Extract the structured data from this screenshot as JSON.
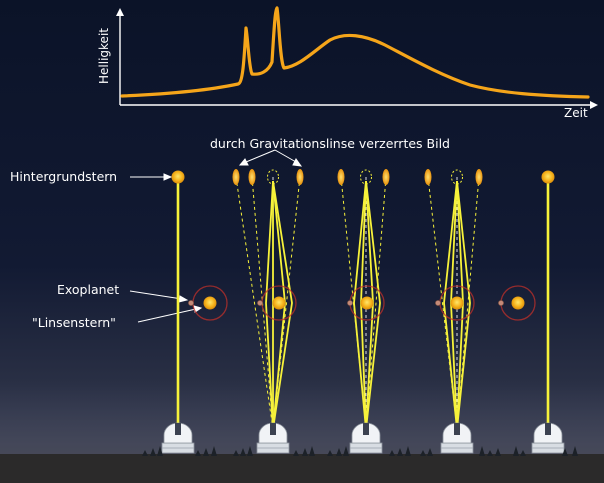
{
  "diagram": {
    "light_curve": {
      "ylabel": "Helligkeit",
      "xlabel": "Zeit"
    },
    "labels": {
      "distorted_image": "durch Gravitationslinse verzerrtes Bild",
      "background_star": "Hintergrundstern",
      "exoplanet": "Exoplanet",
      "lens_star": "\"Linsenstern\""
    },
    "colors": {
      "sky_top": "#0b1328",
      "ground": "#2b2a2a",
      "curve": "#f5a51a",
      "light_ray": "#f7f23a",
      "star": "#f6b31c",
      "orbit": "#c0302a",
      "text": "#ffffff"
    }
  }
}
